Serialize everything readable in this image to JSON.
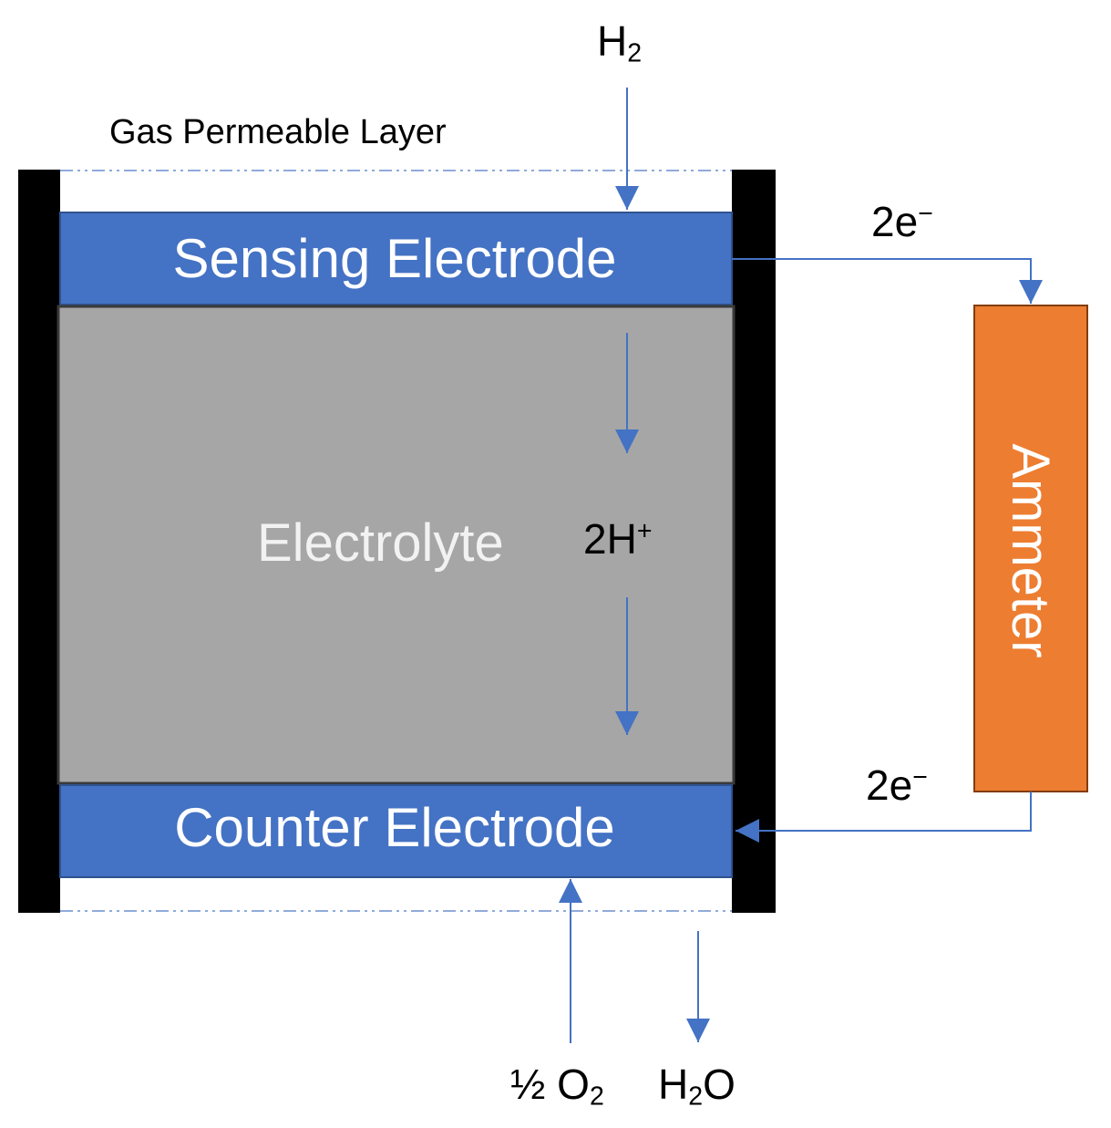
{
  "labels": {
    "gas_permeable_layer": "Gas Permeable Layer",
    "h2_input": {
      "main": "H",
      "sub": "2"
    },
    "sensing_electrode": "Sensing Electrode",
    "electrolyte": "Electrolyte",
    "proton": {
      "main": "2H",
      "sup": "+"
    },
    "counter_electrode": "Counter Electrode",
    "ammeter": "Ammeter",
    "electrons_top": {
      "main": "2e",
      "sup": "−"
    },
    "electrons_bottom": {
      "main": "2e",
      "sup": "−"
    },
    "oxygen": {
      "prefix": "½ O",
      "sub": "2"
    },
    "water": {
      "prefix": "H",
      "sub": "2",
      "suffix": "O"
    }
  },
  "colors": {
    "electrode_blue": "#4472c4",
    "electrolyte_gray": "#a6a6a6",
    "ammeter_orange": "#ed7d31",
    "housing_black": "#000000",
    "arrow_blue": "#4472c4",
    "dashed_line": "#8faadc"
  }
}
